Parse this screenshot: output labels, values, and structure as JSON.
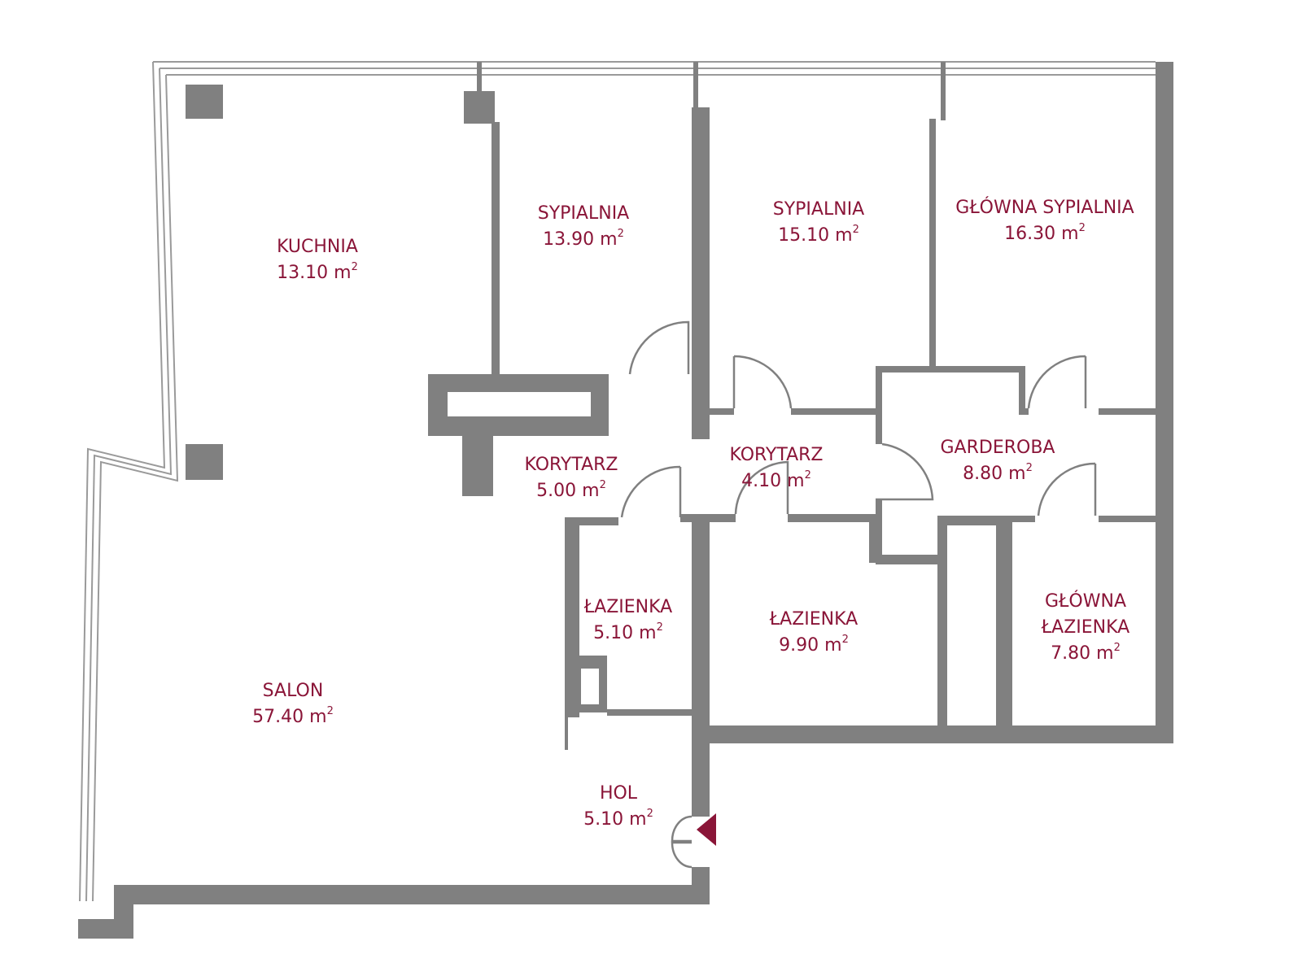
{
  "colors": {
    "wall": "#808080",
    "label": "#8a1538",
    "entrance_marker": "#8a1538",
    "background": "#ffffff"
  },
  "rooms": [
    {
      "name": "KUCHNIA",
      "area": "13.10 m",
      "unit_sup": "2"
    },
    {
      "name": "SYPIALNIA",
      "area": "13.90 m",
      "unit_sup": "2"
    },
    {
      "name": "SYPIALNIA",
      "area": "15.10 m",
      "unit_sup": "2"
    },
    {
      "name": "GŁÓWNA SYPIALNIA",
      "area": "16.30 m",
      "unit_sup": "2"
    },
    {
      "name": "KORYTARZ",
      "area": "5.00 m",
      "unit_sup": "2"
    },
    {
      "name": "KORYTARZ",
      "area": "4.10 m",
      "unit_sup": "2"
    },
    {
      "name": "GARDEROBA",
      "area": "8.80 m",
      "unit_sup": "2"
    },
    {
      "name": "ŁAZIENKA",
      "area": "5.10 m",
      "unit_sup": "2"
    },
    {
      "name": "ŁAZIENKA",
      "area": "9.90 m",
      "unit_sup": "2"
    },
    {
      "name": "GŁÓWNA",
      "name2": "ŁAZIENKA",
      "area": "7.80 m",
      "unit_sup": "2"
    },
    {
      "name": "SALON",
      "area": "57.40 m",
      "unit_sup": "2"
    },
    {
      "name": "HOL",
      "area": "5.10 m",
      "unit_sup": "2"
    }
  ],
  "entrance": {
    "icon": "entrance-arrow-icon"
  }
}
